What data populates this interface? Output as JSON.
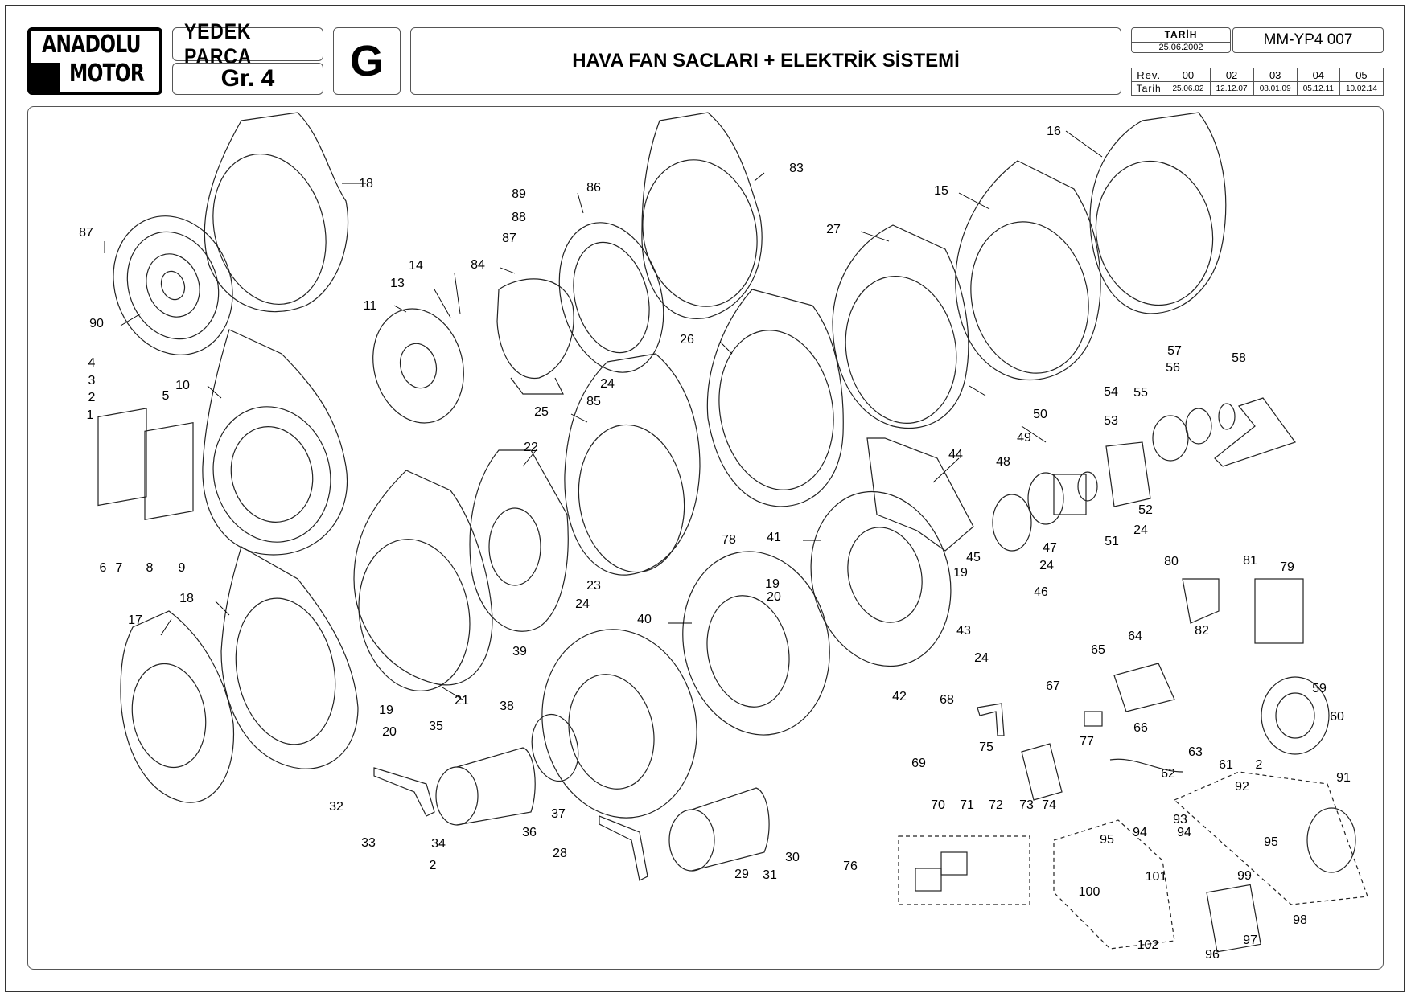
{
  "header": {
    "logo_line1": "ANADOLU",
    "logo_line2": "MOTOR",
    "section_label": "YEDEK PARÇA",
    "group_label": "Gr. 4",
    "group_letter": "G",
    "title": "HAVA FAN SACLARI + ELEKTRİK SİSTEMİ",
    "date_label": "TARİH",
    "date_value": "25.06.2002",
    "doc_number": "MM-YP4 007",
    "rev_label": "Rev.",
    "rev_date_label": "Tarih",
    "revisions": [
      {
        "rev": "00",
        "date": "25.06.02"
      },
      {
        "rev": "02",
        "date": "12.12.07"
      },
      {
        "rev": "03",
        "date": "08.01.09"
      },
      {
        "rev": "04",
        "date": "05.12.11"
      },
      {
        "rev": "05",
        "date": "10.02.14"
      }
    ]
  },
  "part_labels": [
    "1",
    "2",
    "3",
    "4",
    "5",
    "6",
    "7",
    "8",
    "9",
    "10",
    "11",
    "13",
    "14",
    "15",
    "16",
    "17",
    "18",
    "19",
    "20",
    "21",
    "22",
    "23",
    "24",
    "25",
    "26",
    "27",
    "28",
    "29",
    "30",
    "31",
    "32",
    "33",
    "34",
    "35",
    "36",
    "37",
    "38",
    "39",
    "40",
    "41",
    "42",
    "43",
    "44",
    "45",
    "46",
    "47",
    "48",
    "49",
    "50",
    "51",
    "52",
    "53",
    "54",
    "55",
    "56",
    "57",
    "58",
    "59",
    "60",
    "61",
    "62",
    "63",
    "64",
    "65",
    "66",
    "67",
    "68",
    "69",
    "70",
    "71",
    "72",
    "73",
    "74",
    "75",
    "76",
    "77",
    "78",
    "79",
    "80",
    "81",
    "82",
    "83",
    "84",
    "85",
    "86",
    "87",
    "88",
    "89",
    "90",
    "91",
    "92",
    "93",
    "94",
    "95",
    "96",
    "97",
    "98",
    "99",
    "100",
    "101",
    "102"
  ]
}
